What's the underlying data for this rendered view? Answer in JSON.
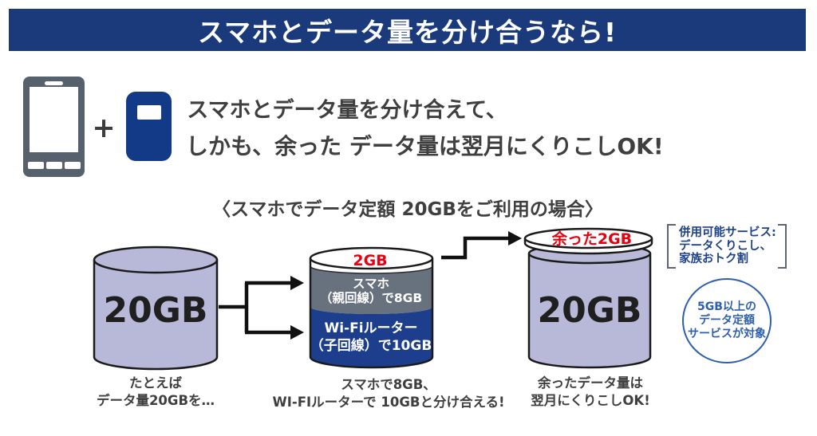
{
  "colors": {
    "header_blue": "#1a3a7c",
    "router_blue": "#133a86",
    "phone_gray": "#57616e",
    "cylinder_fill": "#b8b9d8",
    "cylinder_stroke": "#1a1a1a",
    "gray_band": "#68717e",
    "blue_band": "#1d3e8c",
    "red": "#e60012",
    "note_blue": "#2d5fae",
    "bracket_gray": "#5a6577",
    "text_dark": "#3f3f3f"
  },
  "header": {
    "title": "スマホとデータ量を分け合うなら!"
  },
  "intro": {
    "plus": "+",
    "line1": "スマホとデータ量を分け合えて、",
    "line2": "しかも、余った データ量は翌月にくりこしOK!"
  },
  "subtitle": "〈スマホでデータ定額 20GBをご利用の場合〉",
  "diagram": {
    "source_cylinder": {
      "value": "20GB",
      "caption1": "たとえば",
      "caption2": "データ量20GBを…"
    },
    "split_cylinder": {
      "remainder": "2GB",
      "phone_line1": "スマホ",
      "phone_line2": "（親回線）で8GB",
      "router_line1": "Wi-Fiルーター",
      "router_line2": "（子回線）で10GB",
      "caption1": "スマホで8GB、",
      "caption2": "WI-FIルーターで 10GBと分け合える!"
    },
    "carryover_cylinder": {
      "lid_label": "余った2GB",
      "value": "20GB",
      "caption1": "余ったデータ量は",
      "caption2": "翌月にくりこしOK!"
    }
  },
  "notes": {
    "bracket_line1": "併用可能サービス:",
    "bracket_line2": "データくりこし、",
    "bracket_line3": "家族おトク割",
    "circle_line1": "5GB以上の",
    "circle_line2": "データ定額",
    "circle_line3": "サービスが対象"
  }
}
